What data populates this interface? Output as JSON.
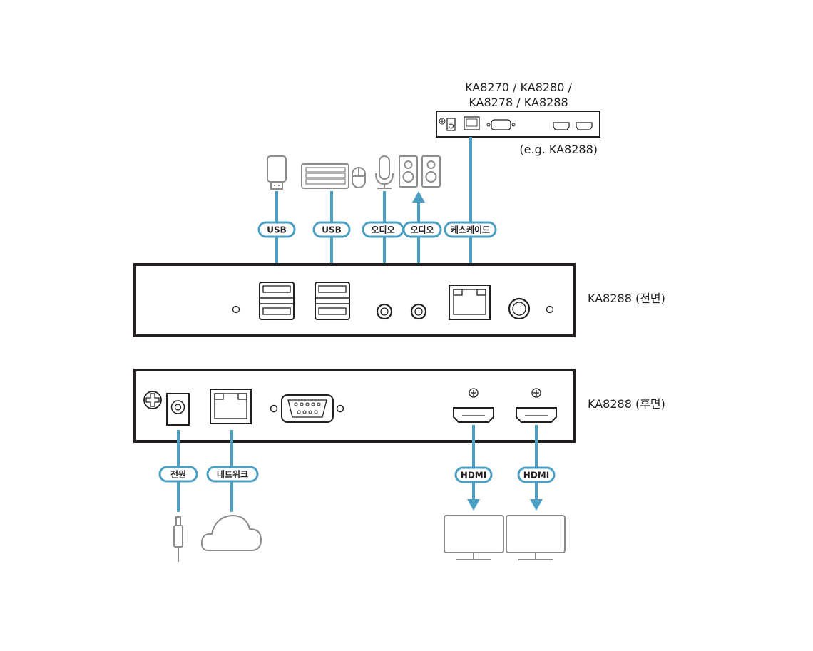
{
  "remote_unit": {
    "models_line1": "KA8270 / KA8280 /",
    "models_line2": "KA8278 / KA8288",
    "example": "(e.g. KA8288)"
  },
  "front_panel": {
    "title": "KA8288 (전면)"
  },
  "rear_panel": {
    "title": "KA8288 (후면)"
  },
  "connection_labels": {
    "usb_1": "USB",
    "usb_2": "USB",
    "audio_mic": "오디오",
    "audio_speaker": "오디오",
    "cascade": "케스케이드",
    "power": "전원",
    "network": "네트워크",
    "hdmi_1": "HDMI",
    "hdmi_2": "HDMI"
  },
  "devices": {
    "usb_flash": "usb-flash-drive",
    "keyboard": "keyboard",
    "mouse": "mouse",
    "microphone": "microphone",
    "speakers": "speakers",
    "power_plug": "power-plug",
    "cloud": "network-cloud",
    "monitor_1": "monitor",
    "monitor_2": "monitor"
  },
  "colors": {
    "cable": "#4a9fc3",
    "device_outline": "#231f20",
    "peripheral_outline": "#8c8c8c",
    "label_text": "#231f20"
  }
}
